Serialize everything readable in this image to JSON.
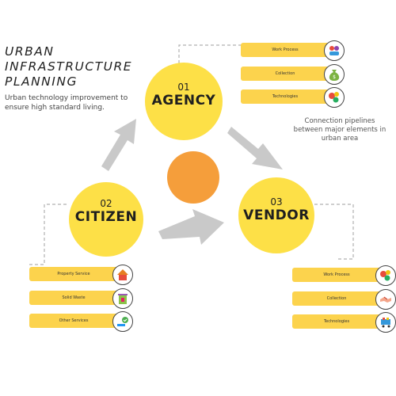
{
  "header": {
    "title_lines": [
      "URBAN",
      "INFRASTRUCTURE",
      "PLANNING"
    ],
    "subtitle": "Urban technology improvement to ensure high standard living."
  },
  "note": "Connection pipelines between major elements in urban area",
  "nodes": {
    "agency": {
      "number": "01",
      "name": "AGENCY"
    },
    "citizen": {
      "number": "02",
      "name": "CITIZEN"
    },
    "vendor": {
      "number": "03",
      "name": "VENDOR"
    }
  },
  "agency_items": [
    {
      "label": "Work Process",
      "icon": "people-gear-icon"
    },
    {
      "label": "Collection",
      "icon": "money-bag-icon"
    },
    {
      "label": "Technologies",
      "icon": "gears-icon"
    }
  ],
  "citizen_items": [
    {
      "label": "Property Service",
      "icon": "house-icon"
    },
    {
      "label": "Solid Waste",
      "icon": "recycle-bin-icon"
    },
    {
      "label": "Other Services",
      "icon": "service-check-icon"
    }
  ],
  "vendor_items": [
    {
      "label": "Work Process",
      "icon": "gears-icon"
    },
    {
      "label": "Collection",
      "icon": "handshake-icon"
    },
    {
      "label": "Technologies",
      "icon": "cart-icon"
    }
  ],
  "colors": {
    "node": "#fde047",
    "hub": "#f59e3b",
    "pill": "#fcd34d",
    "arrow": "#c9c9c9"
  }
}
